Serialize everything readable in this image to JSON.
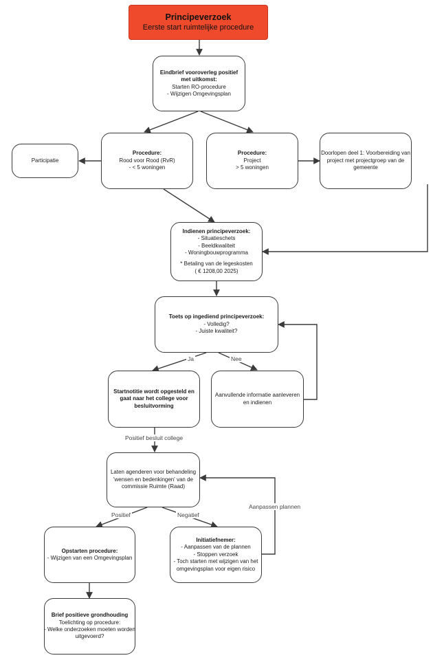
{
  "nodes": {
    "start": {
      "title": "Principeverzoek",
      "subtitle": "Eerste start ruimtelijke procedure"
    },
    "eindbrief": {
      "title": "Eindbrief vooroverleg positief met uitkomst:",
      "lines": [
        "Starten RO-procedure",
        "- Wijzigen Omgevingsplan"
      ]
    },
    "participatie": {
      "text": "Participatie"
    },
    "rvr": {
      "title": "Procedure:",
      "lines": [
        "Rood voor Rood (RvR)",
        "- < 5 woningen"
      ]
    },
    "project": {
      "title": "Procedure:",
      "lines": [
        "Project",
        "> 5 woningen"
      ]
    },
    "doorlopen": {
      "lines": [
        "Doorlopen deel 1: Voorbereiding van",
        "project met projectgroep van de",
        "gemeente"
      ]
    },
    "indienen": {
      "title": "Indienen principeverzoek:",
      "lines": [
        "- Situatieschets",
        "- Beeldkwaliteit",
        "- Woningbouwprogramma"
      ],
      "note": [
        "* Betaling van de legeskosten",
        "( € 1208,00 2025)"
      ]
    },
    "toets": {
      "title": "Toets op ingediend principeverzoek:",
      "lines": [
        "- Volledig?",
        "- Juiste kwaliteit?"
      ]
    },
    "startnotitie": {
      "title_lines": [
        "Startnotitie wordt opgesteld en",
        "gaat naar het college voor",
        "besluitvorming"
      ]
    },
    "aanvullende": {
      "lines": [
        "Aanvullende informatie aanleveren",
        "en indienen"
      ]
    },
    "agenderen": {
      "lines": [
        "Laten agenderen voor behandeling",
        "'wensen en bedenkingen' van de",
        "commissie Ruimte (Raad)"
      ]
    },
    "opstarten": {
      "title": "Opstarten procedure:",
      "lines": [
        "- Wijzigen van een Omgevingsplan"
      ]
    },
    "initiatiefnemer": {
      "title": "Initiatiefnemer:",
      "lines": [
        "- Aanpassen van de plannen",
        "- Stoppen verzoek",
        "- Toch starten met wijzigen van het",
        "omgevingsplan voor eigen risico"
      ]
    },
    "brief": {
      "title": "Brief positieve grondhouding",
      "lines": [
        "Toelichting op procedure:",
        "- Welke onderzoeken moeten worden",
        "uitgevoerd?"
      ]
    }
  },
  "edge_labels": {
    "ja": "Ja",
    "nee": "Nee",
    "positief_besluit": "Positief besluit college",
    "positief": "Positief",
    "negatief": "Negatief",
    "aanpassen": "Aanpassen plannen"
  },
  "colors": {
    "title_fill": "#ee4a2b",
    "border": "#3a3a3a",
    "arrow": "#3a3a3a"
  }
}
